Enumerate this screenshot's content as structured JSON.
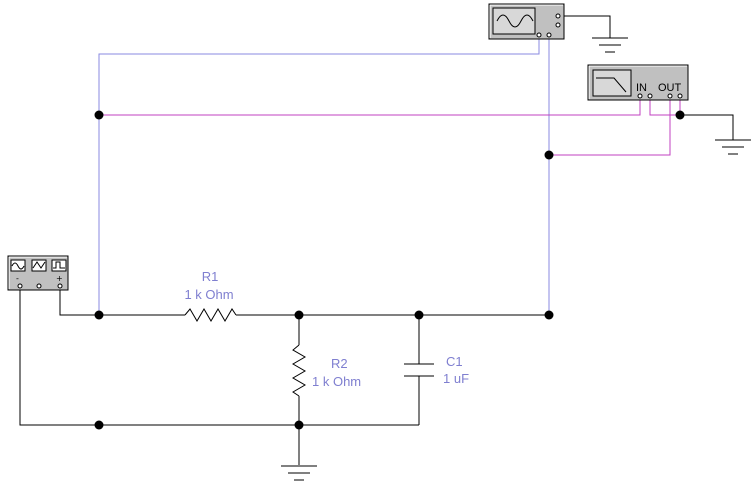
{
  "components": {
    "r1": {
      "name": "R1",
      "value": "1 k Ohm"
    },
    "r2": {
      "name": "R2",
      "value": "1 k Ohm"
    },
    "c1": {
      "name": "C1",
      "value": "1 uF"
    }
  },
  "bode_plotter": {
    "in_label": "IN",
    "out_label": "OUT"
  },
  "function_generator": {
    "minus_label": "-",
    "plus_label": "+"
  },
  "colors": {
    "wire": "#000000",
    "scope_wire": "#8a8ae0",
    "bode_wire": "#c040c0",
    "label": "#7f7fd0",
    "instrument_fill": "#c0c0c0"
  }
}
